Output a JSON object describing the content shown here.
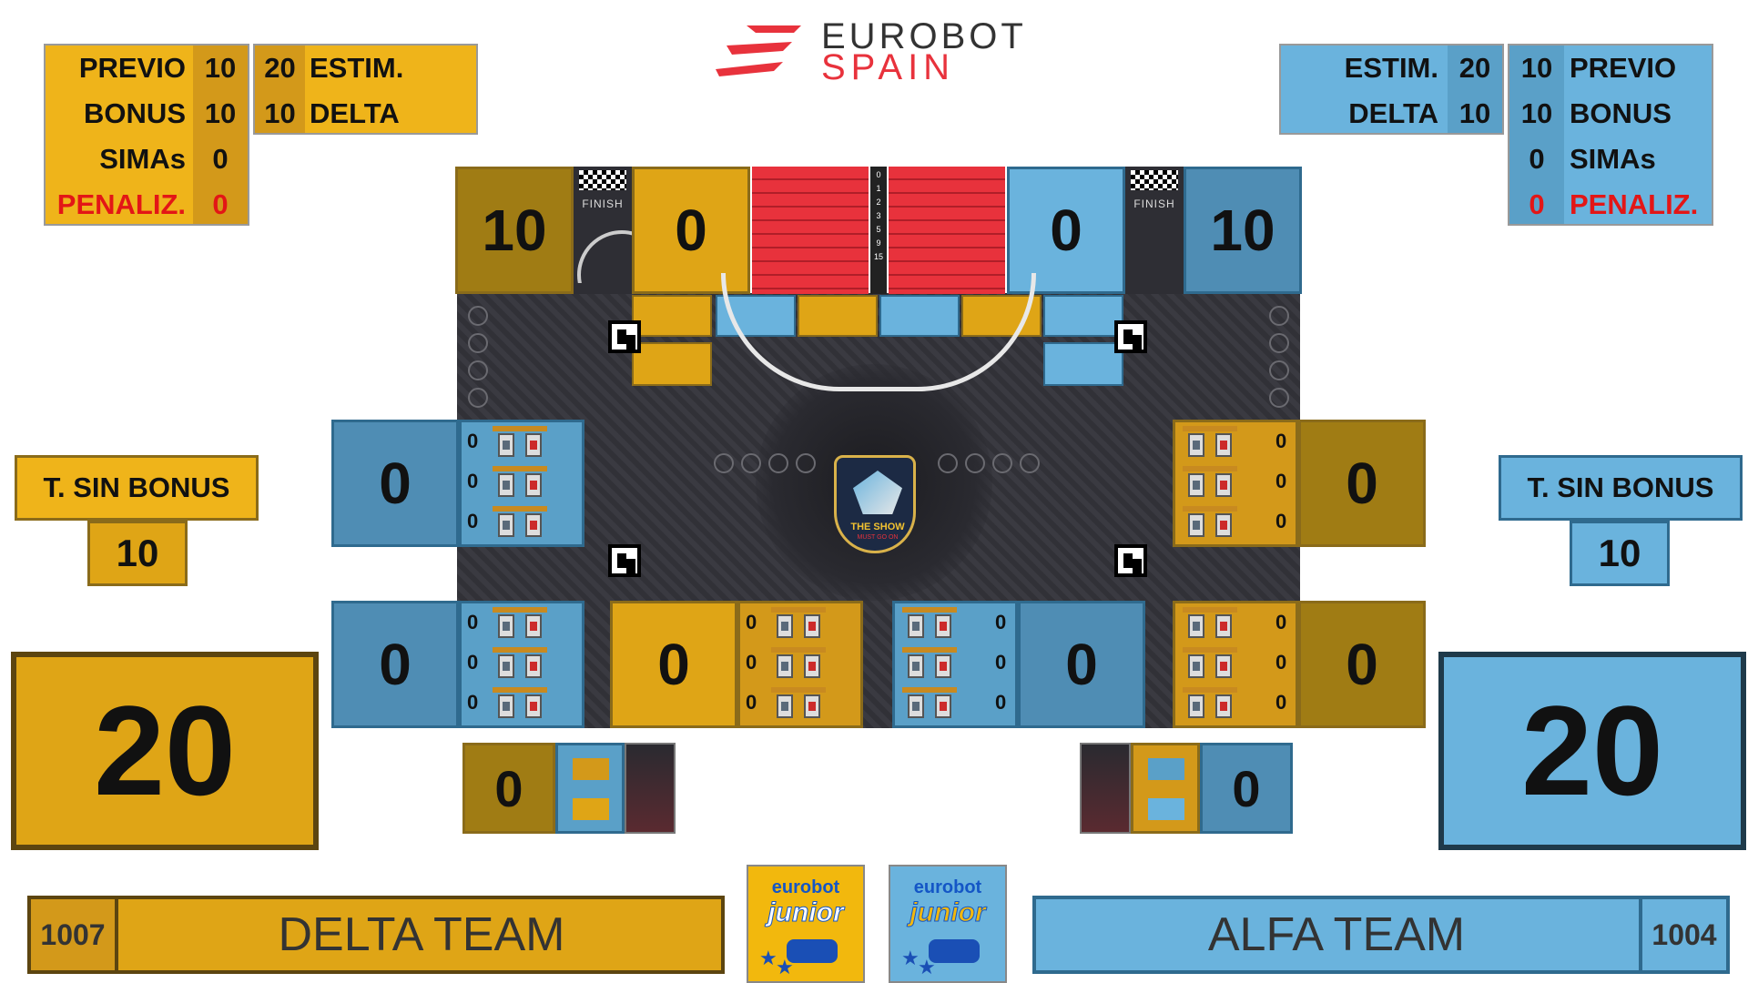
{
  "header": {
    "brand_top": "EUROBOT",
    "brand_bottom": "SPAIN",
    "brand_colors": {
      "top": "#333333",
      "bottom": "#e8323c"
    }
  },
  "colors": {
    "yellow": "#dfa516",
    "blue": "#6ab3dd",
    "red": "#e8323c"
  },
  "left_stats": {
    "previo_label": "PREVIO",
    "previo": "10",
    "estim": "20",
    "estim_label": "ESTIM.",
    "bonus_label": "BONUS",
    "bonus": "10",
    "delta": "10",
    "delta_label": "DELTA",
    "simas_label": "SIMAs",
    "simas": "0",
    "penaliz_label": "PENALIZ.",
    "penaliz": "0"
  },
  "right_stats": {
    "estim_label": "ESTIM.",
    "estim": "20",
    "previo": "10",
    "previo_label": "PREVIO",
    "delta_label": "DELTA",
    "delta": "10",
    "bonus": "10",
    "bonus_label": "BONUS",
    "simas": "0",
    "simas_label": "SIMAs",
    "penaliz": "0",
    "penaliz_label": "PENALIZ."
  },
  "field": {
    "top_left_score": "10",
    "top_left_mid": "0",
    "top_right_mid": "0",
    "top_right_score": "10",
    "finish_label": "FINISH",
    "ladder": [
      "0",
      "1",
      "2",
      "3",
      "5",
      "9",
      "15"
    ],
    "center_caption_1": "THE SHOW",
    "center_caption_2": "MUST GO ON",
    "left_zone_upper": "0",
    "right_zone_upper": "0",
    "left_zone_lower": "0",
    "center_left_lower": "0",
    "center_right_lower": "0",
    "right_zone_lower": "0",
    "planter_counts": "0",
    "bottom_left_score": "0",
    "bottom_right_score": "0"
  },
  "left_panel": {
    "tsb_label": "T. SIN BONUS",
    "tsb_value": "10",
    "total": "20"
  },
  "right_panel": {
    "tsb_label": "T. SIN BONUS",
    "tsb_value": "10",
    "total": "20"
  },
  "teams": {
    "left": {
      "id": "1007",
      "name": "DELTA TEAM"
    },
    "right": {
      "name": "ALFA TEAM",
      "id": "1004"
    }
  },
  "logos": {
    "junior_top": "eurobot",
    "junior_bottom": "junior"
  }
}
